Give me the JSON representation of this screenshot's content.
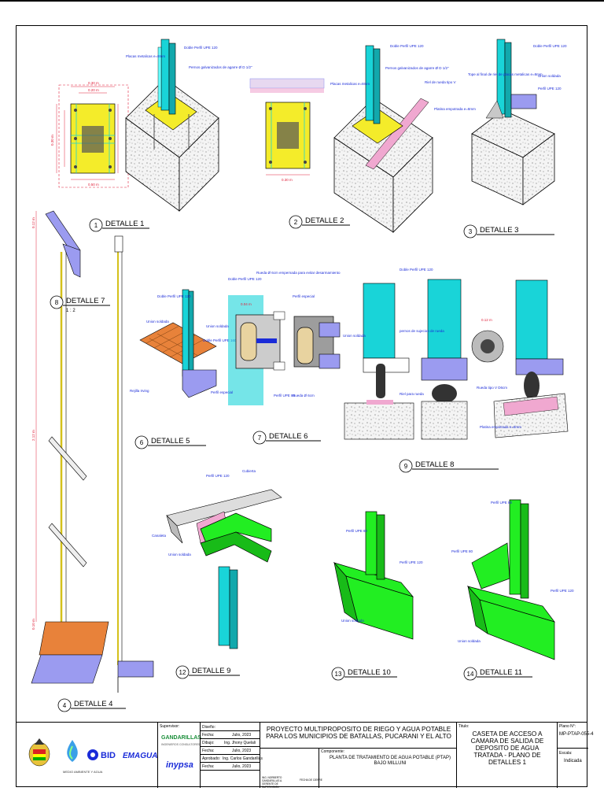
{
  "details": [
    {
      "number": "1",
      "title": "DETALLE 1"
    },
    {
      "number": "2",
      "title": "DETALLE 2"
    },
    {
      "number": "3",
      "title": "DETALLE 3"
    },
    {
      "number": "8",
      "title": "DETALLE 7",
      "scale": "1 : 2"
    },
    {
      "number": "6",
      "title": "DETALLE 5"
    },
    {
      "number": "7",
      "title": "DETALLE 6"
    },
    {
      "number": "9",
      "title": "DETALLE 8"
    },
    {
      "number": "4",
      "title": "DETALLE 4"
    },
    {
      "number": "12",
      "title": "DETALLE 9"
    },
    {
      "number": "13",
      "title": "DETALLE 10"
    },
    {
      "number": "14",
      "title": "DETALLE 11"
    }
  ],
  "labels": {
    "d1_profile": "Doble Perfil UPE 120",
    "d1_plates": "Placas metalicas e=8mm",
    "d1_bolts": "Pernos galvanizados de agarre Ø D 1/2\"",
    "d1_dim_w": "0.30 m",
    "d1_dim_w2": "0.20 m",
    "d1_dim_h": "0.30 m",
    "d1_dim_side": "0.50 m",
    "d2_profile": "Doble Perfil UPE 120",
    "d2_plates": "Placas metalicas e=8mm",
    "d2_bolts": "Pernos galvanizados de agarre Ø D 1/2\"",
    "d2_rail": "Riel de rueda tipo V",
    "d2_platen": "Platina empotrada e=8mm",
    "d2_dim": "0.30 m",
    "d3_profile": "Doble Perfil UPE 120",
    "d3_stop": "Tope al final de riel de placas metalicas e=8mm",
    "d3_weld": "Union soldada",
    "d3_profile2": "Perfil UPE 120",
    "d5_profile": "Doble Perfil UPE 120",
    "d5_weld": "Union soldada",
    "d5_profile2": "Doble Perfil UPE 160",
    "d5_grate": "Rejilla Irving",
    "d6_wheel": "Rueda Ø 6cm empernada para evitar desarmamiento",
    "d6_special": "Perfil especial",
    "d6_profile": "Doble Perfil UPE 120",
    "d6_weld": "Union soldada",
    "d6_special2": "Perfil especial",
    "d6_upe80": "Perfil UPE 80",
    "d6_wheel2": "Rueda Ø 6cm",
    "d6_dim": "0.04 m",
    "d8_profile": "Doble Perfil UPE 120",
    "d8_weld": "Union soldada",
    "d8_bolts": "pernos de sujecion de rueda",
    "d8_rail": "Riel para rueda",
    "d8_wheel": "Rueda tipo V D6cm",
    "d8_platen": "Platina empotrada e=8mm",
    "d8_dim": "0.12 m",
    "d9_profile": "Perfil UPE 120",
    "d9_roof": "Cubierta",
    "d9_gutter": "Canaleta",
    "d9_weld": "Union soldada",
    "d10_profile": "Perfil UPE 80",
    "d10_profile2": "Perfil UPE 120",
    "d10_weld": "Union soldada",
    "d11_profile": "Perfil UPE 80",
    "d11_profile2": "Perfil UPE 120",
    "d11_weld": "Union soldada",
    "d4_dim_top": "0.12 m",
    "d4_dim_h": "2.12 m",
    "d4_dim_bot": "0.10 m"
  },
  "title_block": {
    "supervisor_label": "Supervisor:",
    "supervisor_name": "GANDARILLAS",
    "supervisor_sub": "INGENIEROS CONSULTORES",
    "consultant": "inypsa",
    "rows": [
      {
        "role": "Diseño:",
        "name": "",
        "date_label": "Fecha:",
        "date": "Julio, 2023"
      },
      {
        "role": "Dibujo:",
        "name": "Ing. Jhony Quelali",
        "date_label": "Fecha:",
        "date": "Julio, 2023"
      },
      {
        "role": "Aprobado:",
        "name": "Ing. Carlos Gandarillas",
        "date_label": "Fecha:",
        "date": "Julio, 2023"
      }
    ],
    "signature_small": "ING. NORBERTO GANDARILLAS A. GERENTE DE SUPERVISION",
    "date_small": "FECHA DE CIERRE",
    "project": "PROYECTO MULTIPROPOSITO DE RIEGO Y AGUA POTABLE PARA LOS MUNICIPIOS DE BATALLAS, PUCARANI Y EL ALTO",
    "component_label": "Componente:",
    "component": "PLANTA DE TRATAMIENTO DE AGUA POTABLE (PTAP) BAJO MILLUNI",
    "title_label": "Titulo:",
    "title": "CASETA DE ACCESO A CAMARA DE SALIDA DE DEPOSITO DE AGUA TRATADA - PLANO DE DETALLES 1",
    "plan_label": "Plano N°:",
    "plan_no": "MP-PTAP-055-4",
    "scale_label": "Escala:",
    "scale": "Indicada",
    "logo_bid": "BID",
    "logo_emagua": "EMAGUA",
    "ministry": "MEDIO AMBIENTE Y AGUA"
  },
  "colors": {
    "cyan": "#19d4d8",
    "green": "#22ee22",
    "yellow": "#f4ec2a",
    "lavender": "#9b9bf0",
    "pink": "#f0a8d0",
    "orange": "#e8823a",
    "dim_red": "#e0203a",
    "label_blue": "#1a2bd8"
  }
}
